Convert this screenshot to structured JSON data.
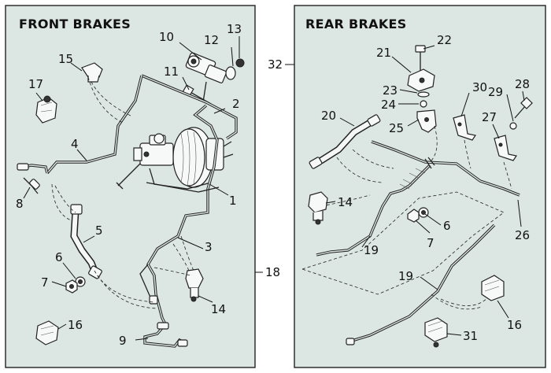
{
  "colors": {
    "panel": "#dce6e2",
    "background": "#ffffff",
    "ink": "#111111"
  },
  "front": {
    "title": "FRONT BRAKES",
    "labels": {
      "n1": "1",
      "n2": "2",
      "n3": "3",
      "n4": "4",
      "n5": "5",
      "n6": "6",
      "n7": "7",
      "n8": "8",
      "n9": "9",
      "n10": "10",
      "n11": "11",
      "n12": "12",
      "n13": "13",
      "n14": "14",
      "n15": "15",
      "n16": "16",
      "n17": "17"
    }
  },
  "rear": {
    "title": "REAR BRAKES",
    "labels": {
      "n6": "6",
      "n7": "7",
      "n14": "14",
      "n16": "16",
      "n19a": "19",
      "n19b": "19",
      "n20": "20",
      "n21": "21",
      "n22": "22",
      "n23": "23",
      "n24": "24",
      "n25": "25",
      "n26": "26",
      "n27": "27",
      "n28": "28",
      "n29": "29",
      "n30": "30",
      "n31": "31"
    }
  },
  "shared": {
    "n18": "18",
    "n32": "32"
  }
}
